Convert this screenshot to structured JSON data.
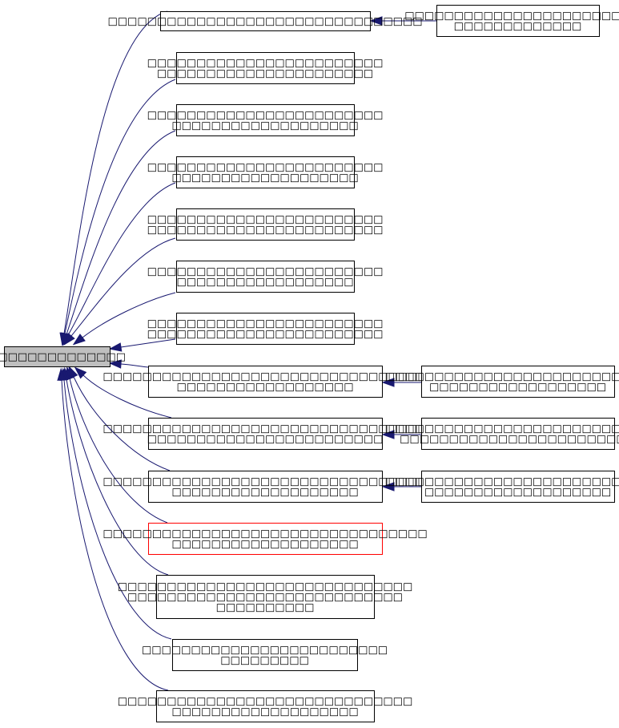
{
  "colors": {
    "edge": "#191970",
    "node_border": "#000000",
    "root_fill": "#bfbfbf",
    "highlight_border": "#ff0000"
  },
  "nodes": [
    {
      "id": "root",
      "lines": [
        "□□□□□□□□□□□□□□"
      ]
    },
    {
      "id": "n1",
      "lines": [
        "□□□□□□□□□□□□□□□□□□□□□□□□□□□□□□□□"
      ]
    },
    {
      "id": "n1c",
      "lines": [
        "□□□□□□□□□□□□□□□□□□□□□□□",
        "□□□□□□□□□□□□□"
      ]
    },
    {
      "id": "n2",
      "lines": [
        "□□□□□□□□□□□□□□□□□□□□□□□□",
        "□□□□□□□□□□□□□□□□□□□□□□"
      ]
    },
    {
      "id": "n3",
      "lines": [
        "□□□□□□□□□□□□□□□□□□□□□□□□",
        "□□□□□□□□□□□□□□□□□□□"
      ]
    },
    {
      "id": "n4",
      "lines": [
        "□□□□□□□□□□□□□□□□□□□□□□□□",
        "□□□□□□□□□□□□□□□□□□□"
      ]
    },
    {
      "id": "n5",
      "lines": [
        "□□□□□□□□□□□□□□□□□□□□□□□□",
        "□□□□□□□□□□□□□□□□□□□□□□□□"
      ]
    },
    {
      "id": "n6",
      "lines": [
        "□□□□□□□□□□□□□□□□□□□□□□□□",
        "□□□□□□□□□□□□□□□□□□"
      ]
    },
    {
      "id": "n7",
      "lines": [
        "□□□□□□□□□□□□□□□□□□□□□□□□",
        "□□□□□□□□□□□□□□□□□□□□□□□□"
      ]
    },
    {
      "id": "n8",
      "lines": [
        "□□□□□□□□□□□□□□□□□□□□□□□□□□□□□□□□□",
        "□□□□□□□□□□□□□□□□□□"
      ]
    },
    {
      "id": "n8c",
      "lines": [
        "□□□□□□□□□□□□□□□□□□□□□□□□□□□",
        "□□□□□□□□□□□□□□□□□□"
      ]
    },
    {
      "id": "n9",
      "lines": [
        "□□□□□□□□□□□□□□□□□□□□□□□□□□□□□□□□□",
        "□□□□□□□□□□□□□□□□□□□□□□□□"
      ]
    },
    {
      "id": "n9c",
      "lines": [
        "□□□□□□□□□□□□□□□□□□□□□□□□□□□",
        "□□□□□□□□□□□□□□□□□□□□□□□□"
      ]
    },
    {
      "id": "n10",
      "lines": [
        "□□□□□□□□□□□□□□□□□□□□□□□□□□□□□□□□□",
        "□□□□□□□□□□□□□□□□□□□"
      ]
    },
    {
      "id": "n10c",
      "lines": [
        "□□□□□□□□□□□□□□□□□□□□□□□□□□□",
        "□□□□□□□□□□□□□□□□□□□"
      ]
    },
    {
      "id": "n11",
      "lines": [
        "□□□□□□□□□□□□□□□□□□□□□□□□□□□□□□□□□",
        "□□□□□□□□□□□□□□□□□□□"
      ],
      "highlight": true
    },
    {
      "id": "n12",
      "lines": [
        "□□□□□□□□□□□□□□□□□□□□□□□□□□□□□□",
        "□□□□□□□□□□□□□□□□□□□□□□□□□□□□",
        "□□□□□□□□□□"
      ]
    },
    {
      "id": "n13",
      "lines": [
        "□□□□□□□□□□□□□□□□□□□□□□□□□",
        "□□□□□□□□□"
      ]
    },
    {
      "id": "n14",
      "lines": [
        "□□□□□□□□□□□□□□□□□□□□□□□□□□□□□□",
        "□□□□□□□□□□□□□□□□□□□"
      ]
    }
  ],
  "edges": [
    {
      "from": "n1",
      "to": "root"
    },
    {
      "from": "n2",
      "to": "root"
    },
    {
      "from": "n3",
      "to": "root"
    },
    {
      "from": "n4",
      "to": "root"
    },
    {
      "from": "n5",
      "to": "root"
    },
    {
      "from": "n6",
      "to": "root"
    },
    {
      "from": "n7",
      "to": "root"
    },
    {
      "from": "n8",
      "to": "root"
    },
    {
      "from": "n9",
      "to": "root"
    },
    {
      "from": "n10",
      "to": "root"
    },
    {
      "from": "n11",
      "to": "root"
    },
    {
      "from": "n12",
      "to": "root"
    },
    {
      "from": "n13",
      "to": "root"
    },
    {
      "from": "n14",
      "to": "root"
    },
    {
      "from": "n1c",
      "to": "n1"
    },
    {
      "from": "n8c",
      "to": "n8"
    },
    {
      "from": "n9c",
      "to": "n9"
    },
    {
      "from": "n10c",
      "to": "n10"
    }
  ]
}
